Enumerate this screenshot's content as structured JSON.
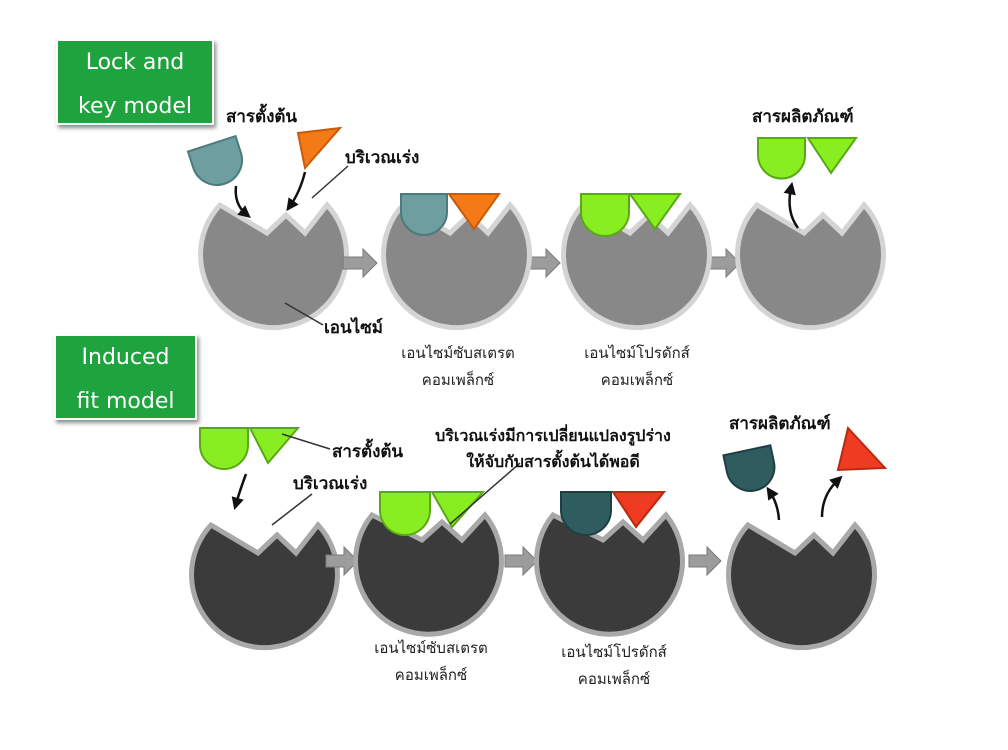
{
  "badges": {
    "lock_key_line1": "Lock and",
    "lock_key_line2": "key model",
    "induced_fit_line1": "Induced",
    "induced_fit_line2": "fit model"
  },
  "lock_key": {
    "substrate_label": "สารตั้งต้น",
    "active_site_label": "บริเวณเร่ง",
    "enzyme_label": "เอนไซม์",
    "es_complex_line1": "เอนไซม์ซับสเตรต",
    "es_complex_line2": "คอมเพล็กซ์",
    "ep_complex_line1": "เอนไซม์โปรดักส์",
    "ep_complex_line2": "คอมเพล็กซ์",
    "product_label": "สารผลิตภัณฑ์"
  },
  "induced_fit": {
    "substrate_label": "สารตั้งต้น",
    "active_site_label": "บริเวณเร่ง",
    "change_note_line1": "บริเวณเร่งมีการเปลี่ยนแปลงรูปร่าง",
    "change_note_line2": "ให้จับกับสารตั้งต้นได้พอดี",
    "es_complex_line1": "เอนไซม์ซับสเตรต",
    "es_complex_line2": "คอมเพล็กซ์",
    "ep_complex_line1": "เอนไซม์โปรดักส์",
    "ep_complex_line2": "คอมเพล็กซ์",
    "product_label": "สารผลิตภัณฑ์"
  },
  "colors": {
    "badge_green": "#1fa33f",
    "enzyme_light": "#888888",
    "enzyme_dark": "#3b3b3b",
    "substrate_teal": "#6e9ea0",
    "substrate_dark_teal": "#2f5c5e",
    "lime_green": "#88ee22",
    "orange": "#f47a18",
    "red": "#ee3b22"
  }
}
